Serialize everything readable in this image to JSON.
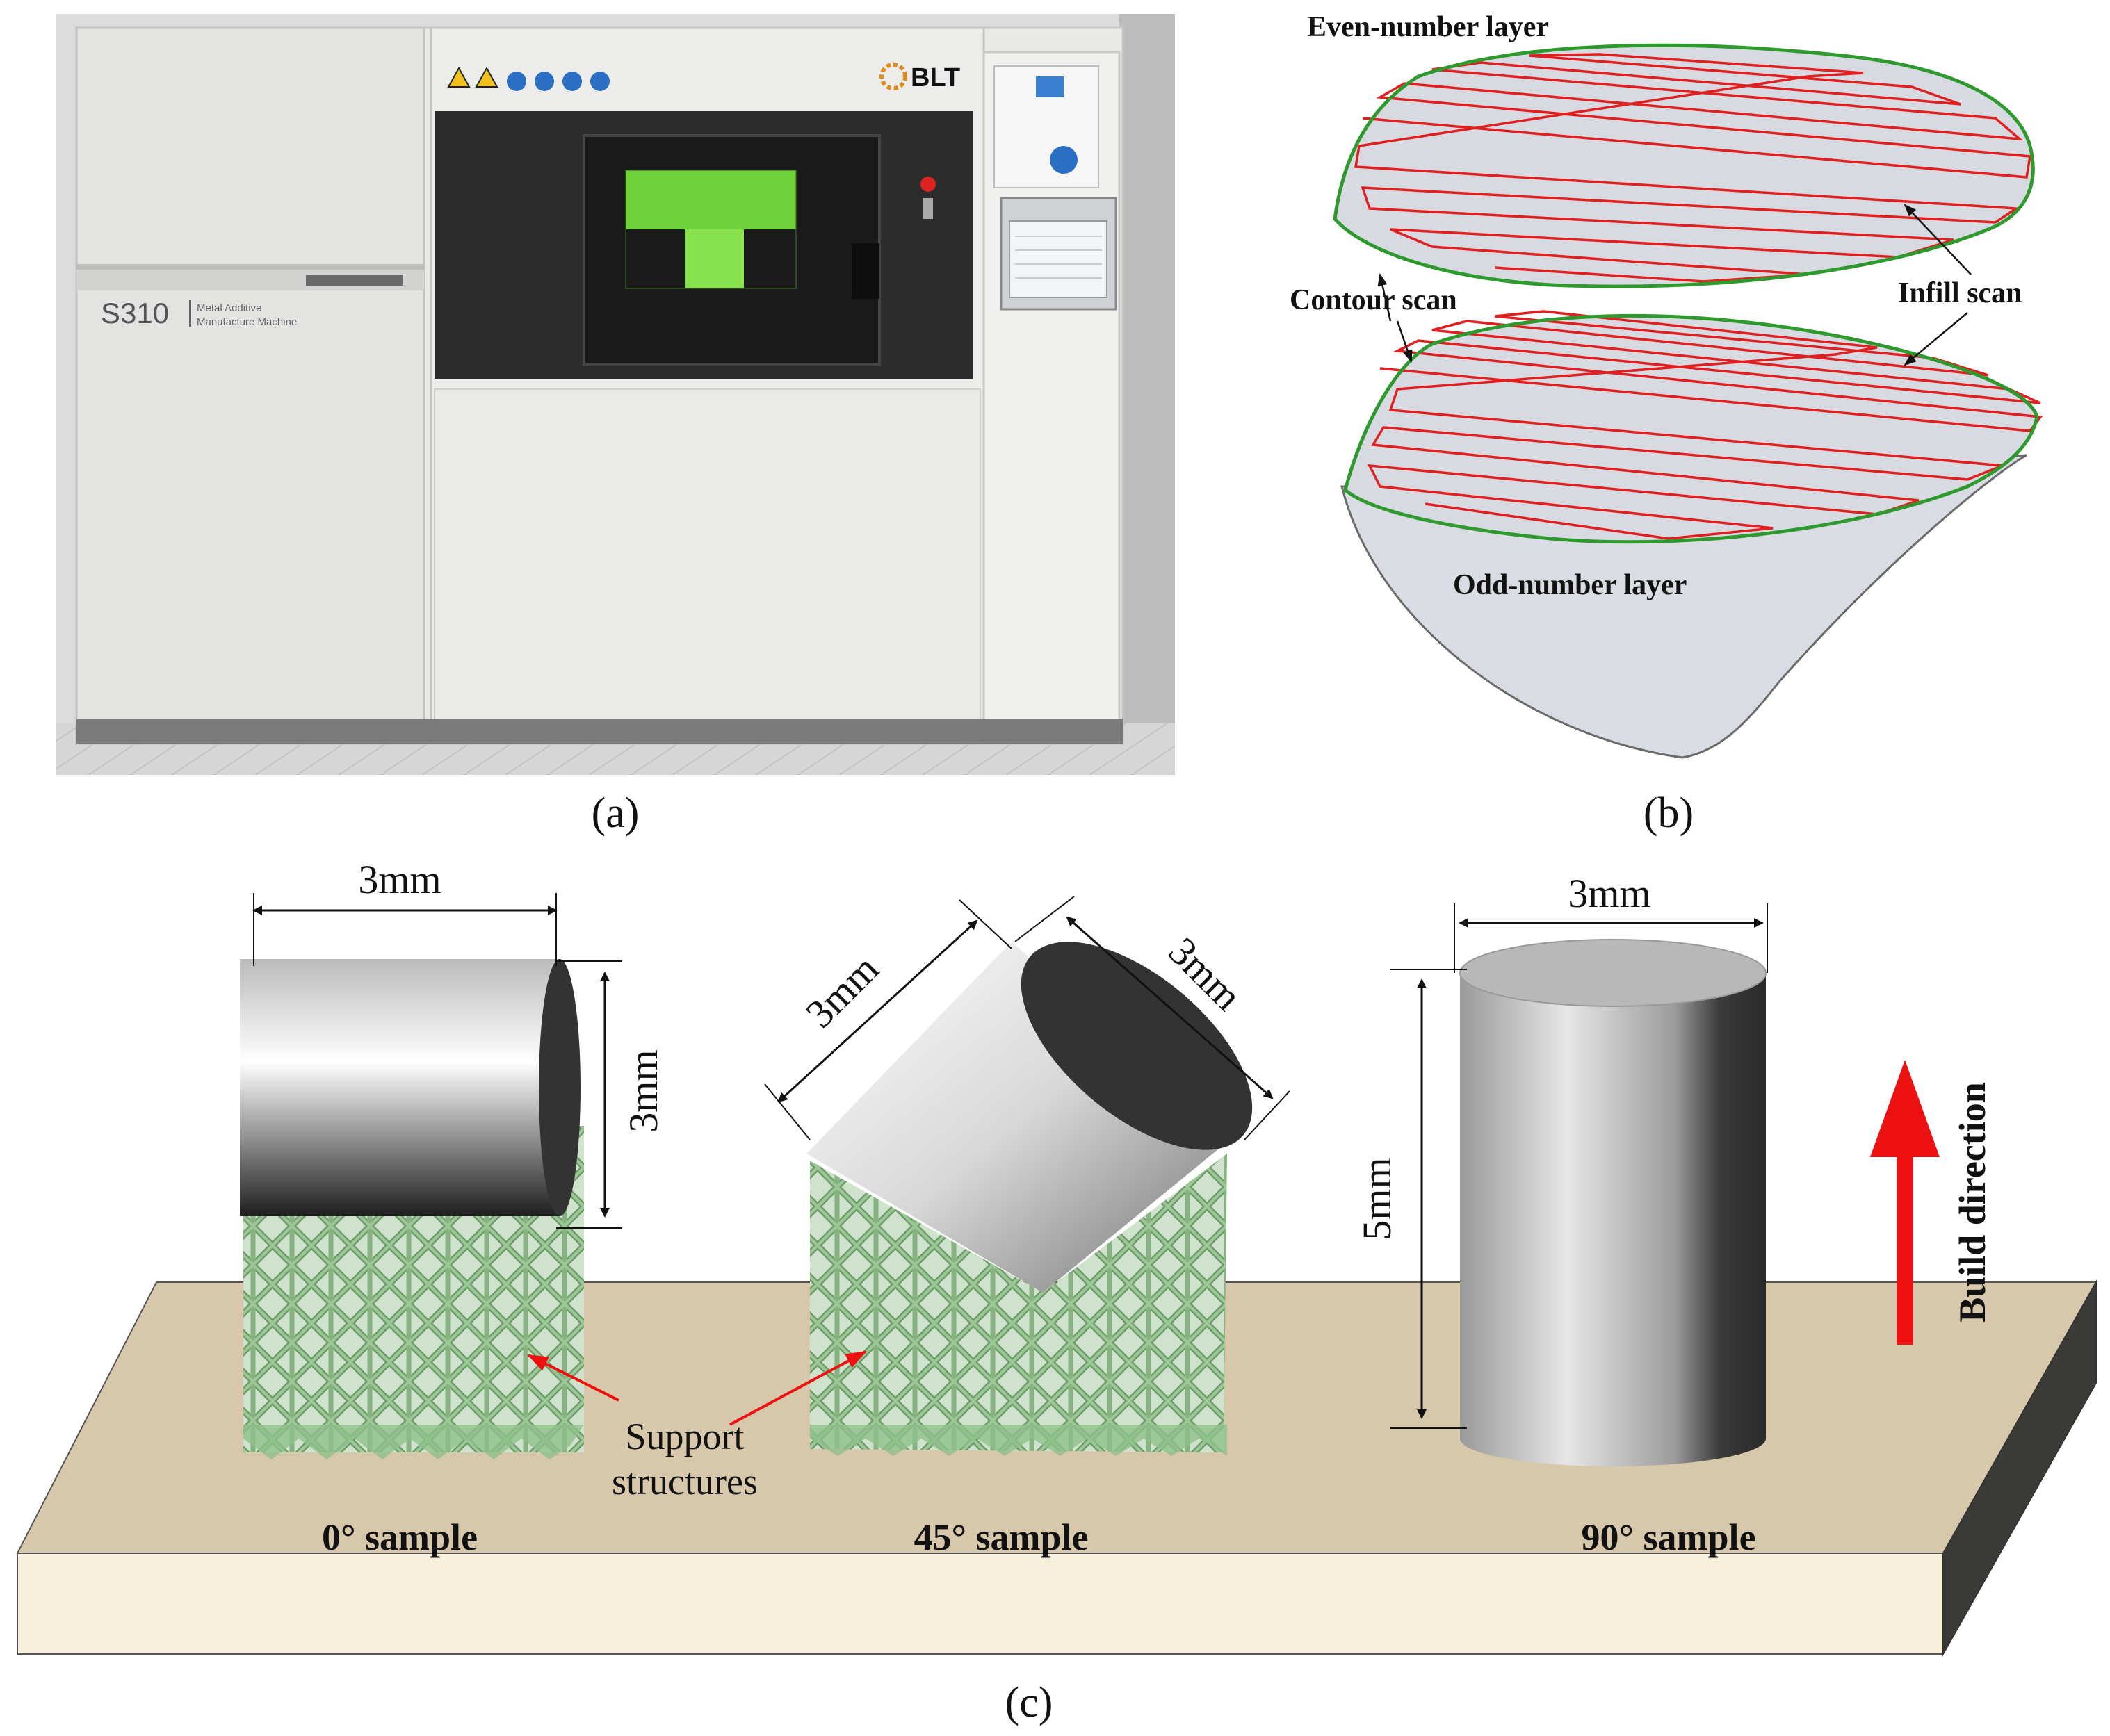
{
  "panels": {
    "a": {
      "caption": "(a)",
      "machine": {
        "brand": "BLT",
        "model": "S310",
        "subtitle_line1": "Metal Additive",
        "subtitle_line2": "Manufacture Machine"
      }
    },
    "b": {
      "caption": "(b)",
      "even_layer_label": "Even-number layer",
      "odd_layer_label": "Odd-number layer",
      "contour_label": "Contour scan",
      "infill_label": "Infill scan"
    },
    "c": {
      "caption": "(c)",
      "dim_0_width": "3mm",
      "dim_0_height": "3mm",
      "dim_45_a": "3mm",
      "dim_45_b": "3mm",
      "dim_90_width": "3mm",
      "dim_90_height": "5mm",
      "support_line1": "Support",
      "support_line2": "structures",
      "sample_0": "0° sample",
      "sample_45": "45° sample",
      "sample_90": "90° sample",
      "build_direction": "Build direction"
    }
  },
  "colors": {
    "contour": "#2e9a2e",
    "infill": "#e02020",
    "support": "#8fbf8a",
    "platform_top": "#d7c8ab",
    "arrow": "#ee1111"
  }
}
